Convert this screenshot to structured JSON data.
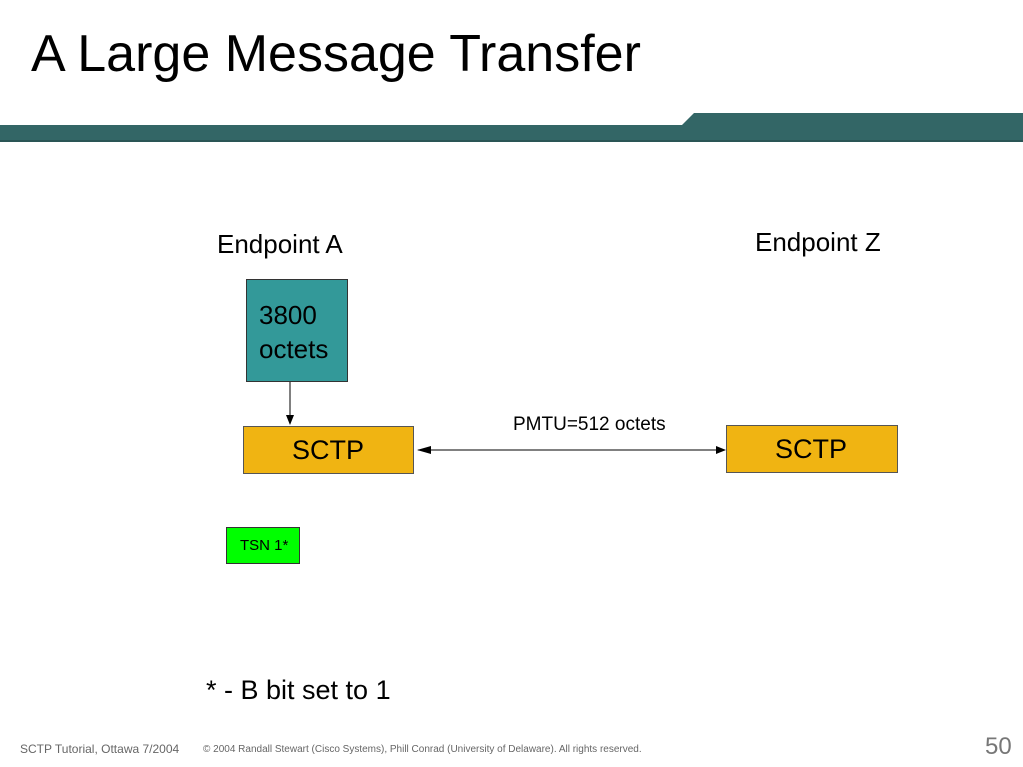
{
  "slide": {
    "title": "A Large Message Transfer",
    "accent_color": "#336666"
  },
  "diagram": {
    "endpoint_a_label": "Endpoint A",
    "endpoint_z_label": "Endpoint Z",
    "message_box": {
      "line1": "3800",
      "line2": "octets",
      "color": "#339999"
    },
    "sctp_left_label": "SCTP",
    "sctp_right_label": "SCTP",
    "sctp_color": "#f0b412",
    "link_label": "PMTU=512 octets",
    "tsn_chunk": {
      "label": "TSN 1*",
      "color": "#00ff00"
    },
    "footnote": "* - B bit set to 1"
  },
  "footer": {
    "left": "SCTP Tutorial, Ottawa 7/2004",
    "copyright": "© 2004 Randall Stewart (Cisco Systems), Phill Conrad (University of Delaware). All rights reserved.",
    "page_number": "50"
  }
}
